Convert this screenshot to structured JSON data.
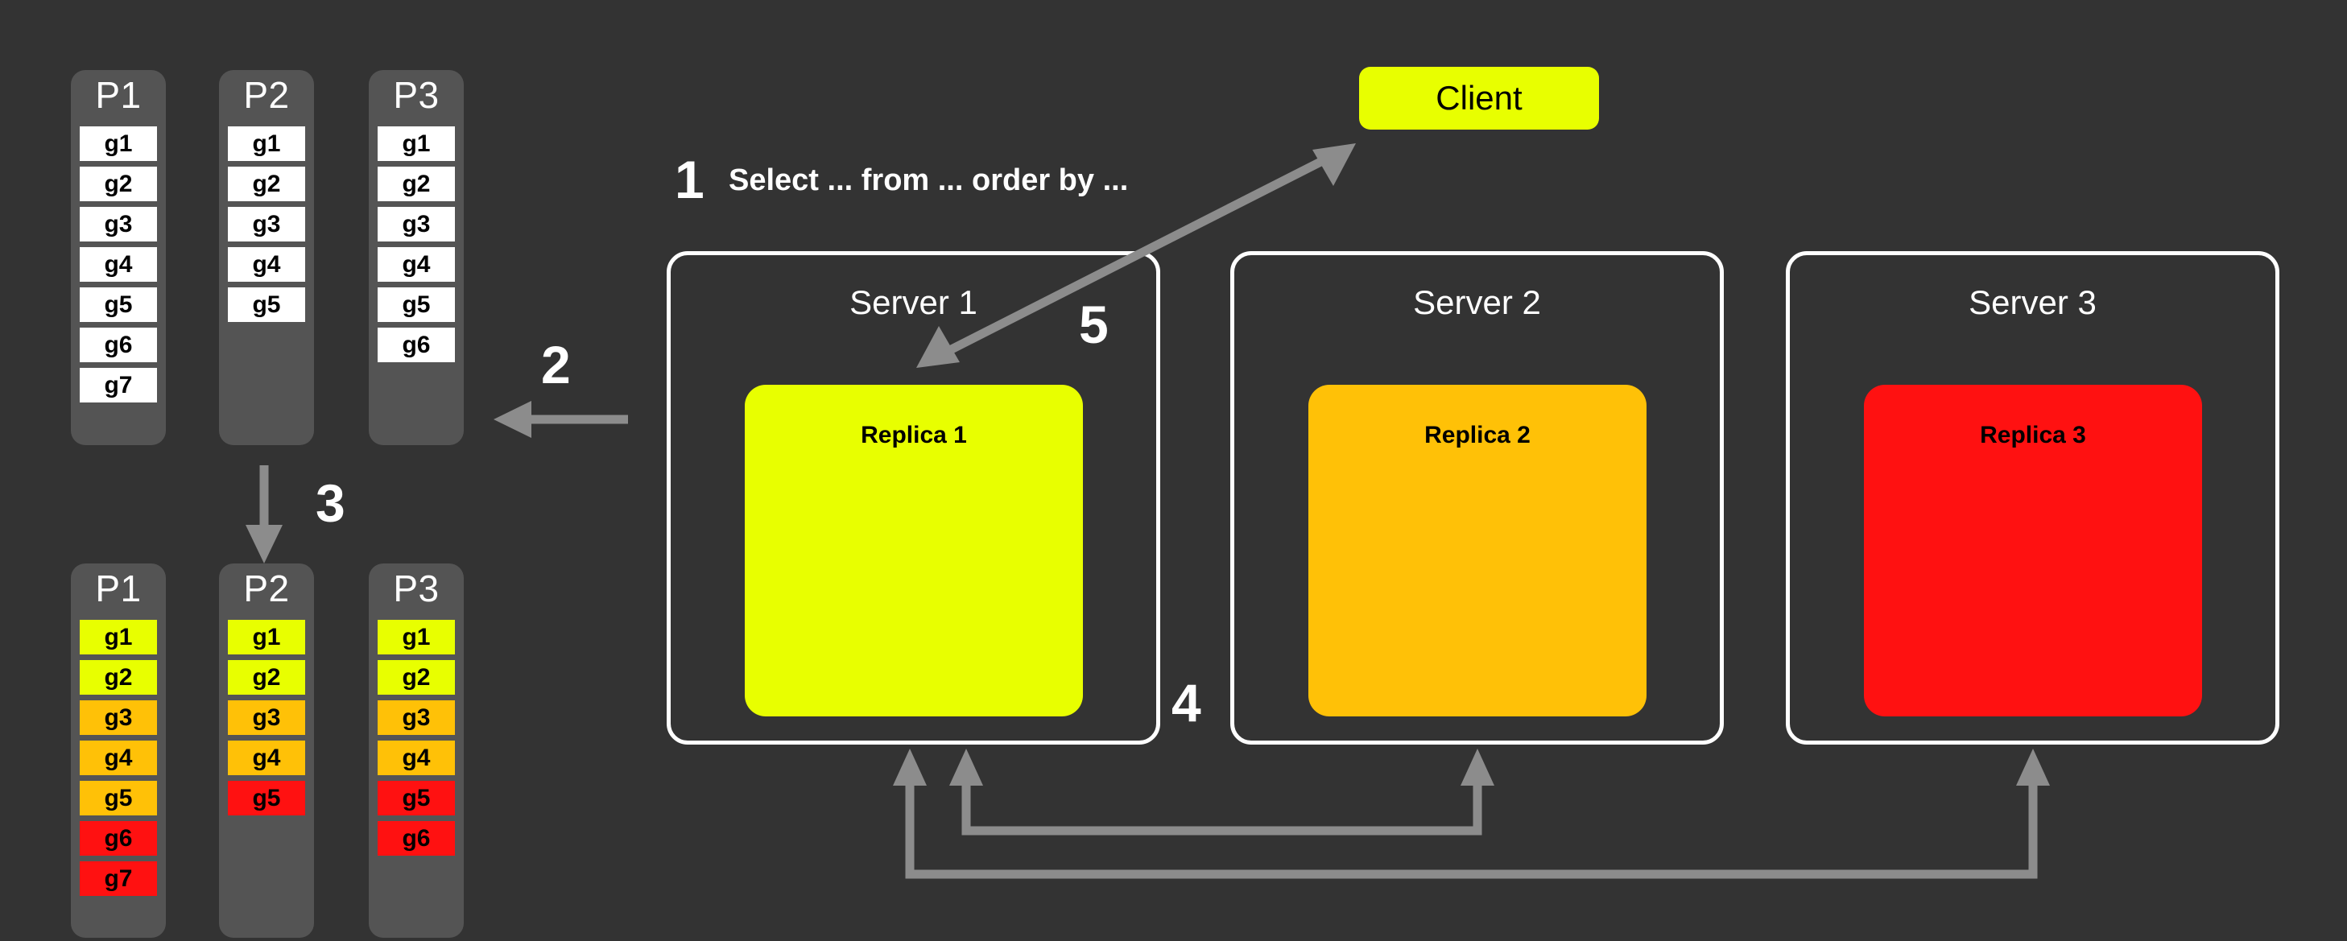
{
  "colors": {
    "background": "#333333",
    "panel": "#545454",
    "white": "#ffffff",
    "yellow": "#e8ff00",
    "amber": "#ffc107",
    "red": "#ff1111",
    "arrow_gray": "#8c8c8c"
  },
  "top_partitions": [
    {
      "label": "P1",
      "cells": [
        {
          "text": "g1",
          "color": "white"
        },
        {
          "text": "g2",
          "color": "white"
        },
        {
          "text": "g3",
          "color": "white"
        },
        {
          "text": "g4",
          "color": "white"
        },
        {
          "text": "g5",
          "color": "white"
        },
        {
          "text": "g6",
          "color": "white"
        },
        {
          "text": "g7",
          "color": "white"
        }
      ]
    },
    {
      "label": "P2",
      "cells": [
        {
          "text": "g1",
          "color": "white"
        },
        {
          "text": "g2",
          "color": "white"
        },
        {
          "text": "g3",
          "color": "white"
        },
        {
          "text": "g4",
          "color": "white"
        },
        {
          "text": "g5",
          "color": "white"
        }
      ]
    },
    {
      "label": "P3",
      "cells": [
        {
          "text": "g1",
          "color": "white"
        },
        {
          "text": "g2",
          "color": "white"
        },
        {
          "text": "g3",
          "color": "white"
        },
        {
          "text": "g4",
          "color": "white"
        },
        {
          "text": "g5",
          "color": "white"
        },
        {
          "text": "g6",
          "color": "white"
        }
      ]
    }
  ],
  "bottom_partitions": [
    {
      "label": "P1",
      "cells": [
        {
          "text": "g1",
          "color": "yellow"
        },
        {
          "text": "g2",
          "color": "yellow"
        },
        {
          "text": "g3",
          "color": "amber"
        },
        {
          "text": "g4",
          "color": "amber"
        },
        {
          "text": "g5",
          "color": "amber"
        },
        {
          "text": "g6",
          "color": "red"
        },
        {
          "text": "g7",
          "color": "red"
        }
      ]
    },
    {
      "label": "P2",
      "cells": [
        {
          "text": "g1",
          "color": "yellow"
        },
        {
          "text": "g2",
          "color": "yellow"
        },
        {
          "text": "g3",
          "color": "amber"
        },
        {
          "text": "g4",
          "color": "amber"
        },
        {
          "text": "g5",
          "color": "red"
        }
      ]
    },
    {
      "label": "P3",
      "cells": [
        {
          "text": "g1",
          "color": "yellow"
        },
        {
          "text": "g2",
          "color": "yellow"
        },
        {
          "text": "g3",
          "color": "amber"
        },
        {
          "text": "g4",
          "color": "amber"
        },
        {
          "text": "g5",
          "color": "red"
        },
        {
          "text": "g6",
          "color": "red"
        }
      ]
    }
  ],
  "client": {
    "label": "Client"
  },
  "query": {
    "text": "Select ... from ... order by ..."
  },
  "steps": {
    "one": "1",
    "two": "2",
    "three": "3",
    "four": "4",
    "five": "5"
  },
  "servers": [
    {
      "label": "Server 1",
      "replica": "Replica 1",
      "replica_color": "yellow"
    },
    {
      "label": "Server 2",
      "replica": "Replica 2",
      "replica_color": "amber"
    },
    {
      "label": "Server 3",
      "replica": "Replica 3",
      "replica_color": "red"
    }
  ]
}
